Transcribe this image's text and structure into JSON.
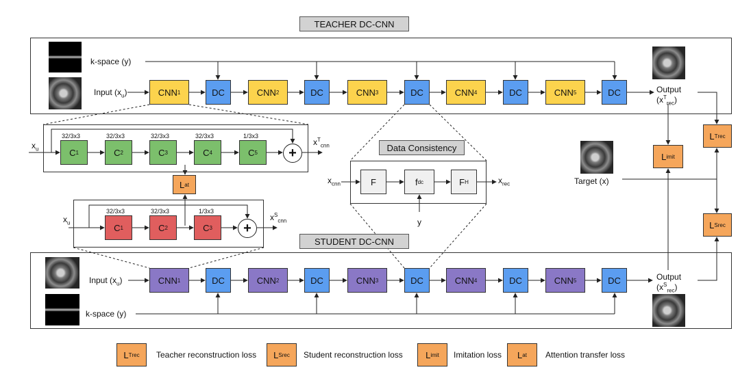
{
  "teacher_title": "TEACHER DC-CNN",
  "student_title": "STUDENT DC-CNN",
  "data_consistency_title": "Data Consistency",
  "labels": {
    "kspace": "k-space (y)",
    "input_main": "Input (x",
    "input_sub": "u",
    "output": "Output",
    "target": "Target (x)",
    "xu_main": "x",
    "xu_sub": "u",
    "xcnn_T_main": "x",
    "xcnn_T_sup": "T",
    "xcnn_T_sub": "cnn",
    "xcnn_S_main": "x",
    "xcnn_S_sup": "S",
    "xcnn_S_sub": "cnn",
    "xrec_T_main": "(x",
    "xrec_T_sup": "T",
    "xrec_T_sub": "rec",
    "xrec_S_main": "(x",
    "xrec_S_sup": "S",
    "xrec_S_sub": "rec",
    "dc_in_main": "x",
    "dc_in_sub": "cnn",
    "dc_out_main": "x",
    "dc_out_sub": "rec",
    "y": "y"
  },
  "cnn_main": "CNN",
  "cnn_subs": [
    "1",
    "2",
    "3",
    "4",
    "5"
  ],
  "dc_label": "DC",
  "c_main": "C",
  "teacher_conv": {
    "subs": [
      "1",
      "2",
      "3",
      "4",
      "5"
    ],
    "specs": [
      "32/3x3",
      "32/3x3",
      "32/3x3",
      "32/3x3",
      "1/3x3"
    ]
  },
  "student_conv": {
    "subs": [
      "1",
      "2",
      "3"
    ],
    "specs": [
      "32/3x3",
      "32/3x3",
      "1/3x3"
    ]
  },
  "dc_blocks": {
    "f_main": "F",
    "fdc_main": "f",
    "fdc_sub": "dc",
    "fh_main": "F",
    "fh_sup": "H"
  },
  "loss_boxes": {
    "l_main": "L",
    "rec_sub": "rec",
    "t_sup": "T",
    "s_sup": "S",
    "imit_sub": "imit",
    "at_sub": "at"
  },
  "legend": [
    {
      "sup": "T",
      "sub": "rec",
      "text": "Teacher reconstruction loss"
    },
    {
      "sup": "S",
      "sub": "rec",
      "text": "Student reconstruction loss"
    },
    {
      "sup": "",
      "sub": "imit",
      "text": "Imitation loss"
    },
    {
      "sup": "",
      "sub": "at",
      "text": "Attention transfer loss"
    }
  ],
  "colors": {
    "cnn_teacher": "#fcd34d",
    "cnn_student": "#8a78c6",
    "dc": "#5b9df0",
    "teacher_conv": "#7cbf6c",
    "student_conv": "#e05e5e",
    "loss": "#f5a65b"
  }
}
